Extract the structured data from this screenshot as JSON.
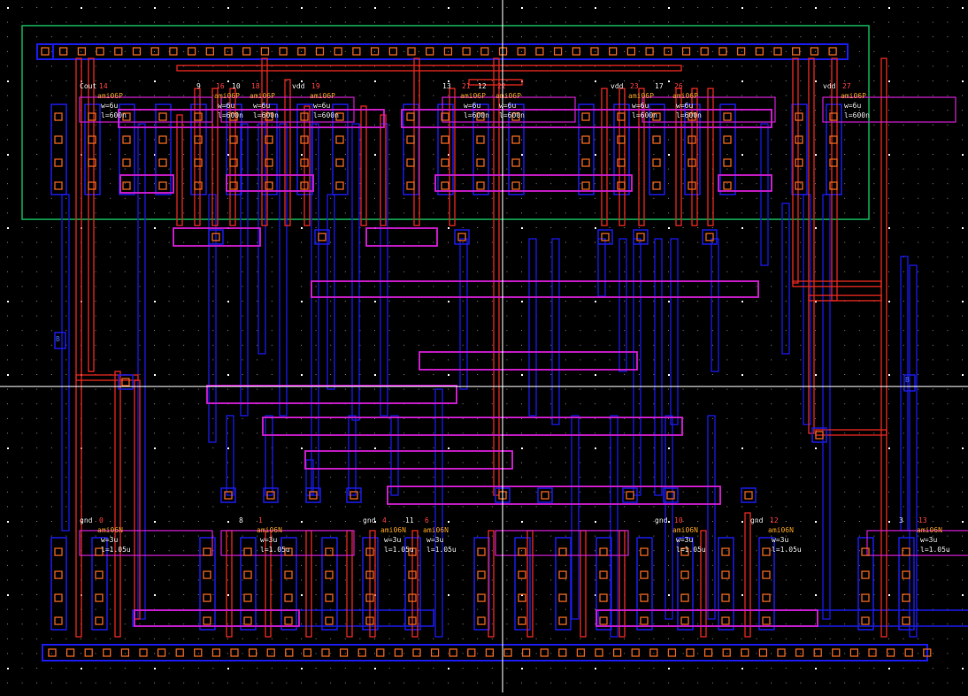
{
  "app": {
    "view": "layout-editor-canvas"
  },
  "colors": {
    "background": "#000000",
    "grid_dot": "#7f7f7f",
    "metal1": "#1a1ae6",
    "metal2": "#e6281e",
    "poly": "#d21ed2",
    "nwell": "#14b45a",
    "contact": "#e6641e",
    "diffusion": "#1eb41e",
    "label_white": "#e8e8e8",
    "label_orange": "#f0a020",
    "label_red": "#ff4040",
    "crosshair": "#ffffff"
  },
  "pmos_labels": [
    {
      "name": "Cout",
      "idx": "14",
      "model": "ami06P",
      "w": "w=6u",
      "l": "l=600n"
    },
    {
      "name": "9",
      "idx": "16",
      "model": "ami06P",
      "w": "w=6u",
      "l": "l=600n"
    },
    {
      "name": "10",
      "idx": "18",
      "model": "ami06P",
      "w": "w=6u",
      "l": "l=600n"
    },
    {
      "name": "vdd",
      "idx": "19",
      "model": "ami06P",
      "w": "w=6u",
      "l": "l=600n"
    },
    {
      "name": "13",
      "idx": "21",
      "model": "ami06P",
      "w": "w=6u",
      "l": "l=600n"
    },
    {
      "name": "12",
      "idx": "22",
      "model": "ami06P",
      "w": "w=6u",
      "l": "l=600n"
    },
    {
      "name": "vdd",
      "idx": "23",
      "model": "ami06P",
      "w": "w=6u",
      "l": "l=600n"
    },
    {
      "name": "17",
      "idx": "26",
      "model": "ami06P",
      "w": "w=6u",
      "l": "l=600n"
    },
    {
      "name": "vdd",
      "idx": "27",
      "model": "ami06P",
      "w": "w=6u",
      "l": "l=600n"
    }
  ],
  "nmos_labels": [
    {
      "name": "gnd",
      "idx": "0",
      "model": "ami06N",
      "w": "w=3u",
      "l": "l=1.05u"
    },
    {
      "name": "8",
      "idx": "1",
      "model": "ami06N",
      "w": "w=3u",
      "l": "l=1.05u"
    },
    {
      "name": "gnd",
      "idx": "4",
      "model": "ami06N",
      "w": "w=3u",
      "l": "l=1.05u"
    },
    {
      "name": "11",
      "idx": "6",
      "model": "ami06N",
      "w": "w=3u",
      "l": "l=1.05u"
    },
    {
      "name": "gnd",
      "idx": "10",
      "model": "ami06N",
      "w": "w=3u",
      "l": "l=1.05u"
    },
    {
      "name": "gnd",
      "idx": "12",
      "model": "ami06N",
      "w": "w=3u",
      "l": "l=1.05u"
    },
    {
      "name": "3",
      "idx": "13",
      "model": "ami06N",
      "w": "w=3u",
      "l": "l=1.05u"
    }
  ],
  "icons": {
    "pin_b": "B"
  }
}
